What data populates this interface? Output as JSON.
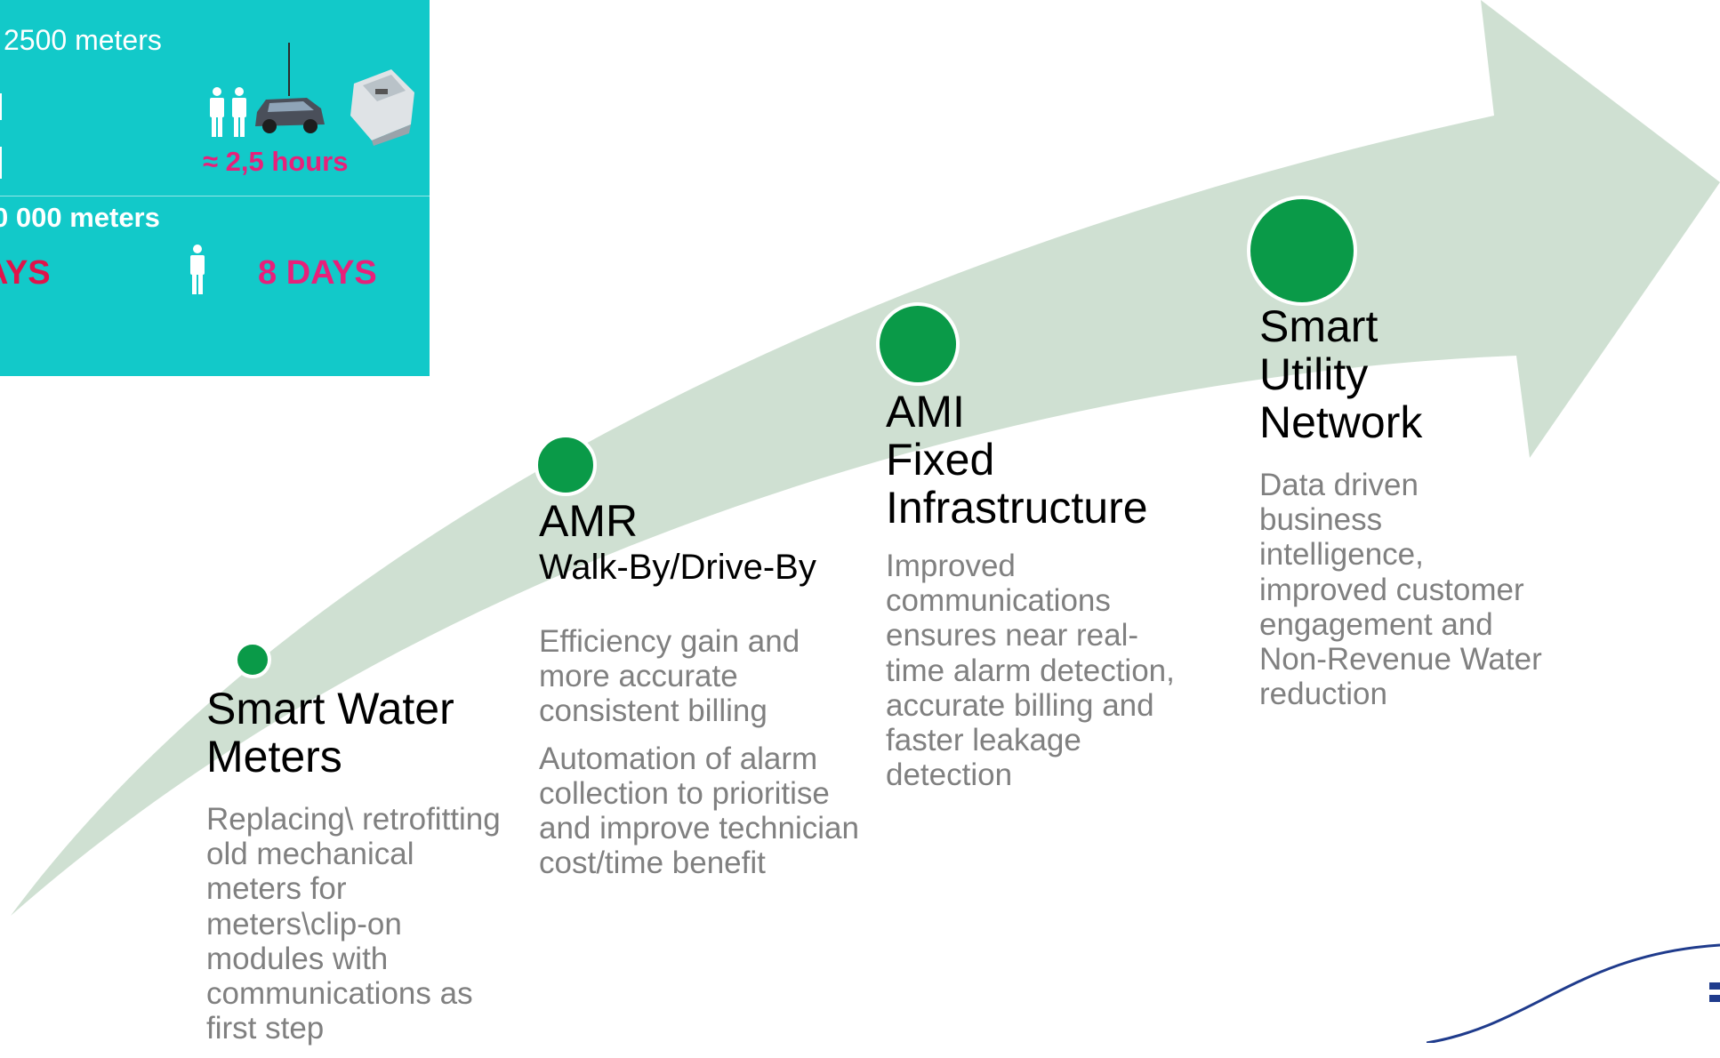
{
  "inset": {
    "meters_small": "2500 meters",
    "hours": "≈ 2,5 hours",
    "meters_large": "0 000 meters",
    "days_left": "AYS",
    "days_right": "8 DAYS",
    "icons": [
      "people-icon",
      "car-icon",
      "device-icon",
      "person-icon"
    ],
    "colors": {
      "background": "#12c9c9",
      "highlight": "#e8207a",
      "alert": "#e0134a"
    }
  },
  "diagram": {
    "arrow_color": "#cfe0d2",
    "marker_color": "#0a9a48",
    "stages": [
      {
        "title_lines": [
          "Smart Water",
          "Meters"
        ],
        "subtitle": "",
        "descriptions": [
          "Replacing\\ retrofitting old mechanical meters for meters\\clip-on modules with communications as first step"
        ]
      },
      {
        "title_lines": [
          "AMR"
        ],
        "subtitle": "Walk-By/Drive-By",
        "descriptions": [
          "Efficiency gain and more accurate consistent billing",
          "Automation of alarm collection to prioritise and improve technician cost/time benefit"
        ]
      },
      {
        "title_lines": [
          "AMI",
          "Fixed",
          "Infrastructure"
        ],
        "subtitle": "",
        "descriptions": [
          "Improved communications ensures near real-time alarm detection, accurate billing and faster leakage detection"
        ]
      },
      {
        "title_lines": [
          "Smart",
          "Utility",
          "Network"
        ],
        "subtitle": "",
        "descriptions": [
          "Data driven business intelligence, improved customer engagement and Non-Revenue Water reduction"
        ]
      }
    ]
  }
}
